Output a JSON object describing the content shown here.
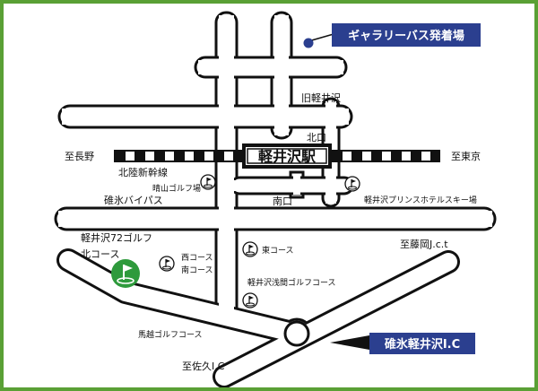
{
  "colors": {
    "frame": "#5aa035",
    "callout_bg": "#2b3f8f",
    "callout_text": "#ffffff",
    "golf_green": "#2e9a3c",
    "road_line": "#111111"
  },
  "callouts": {
    "gallery_bus": "ギャラリーバス発着場",
    "interchange": "碓氷軽井沢I.C"
  },
  "station": {
    "name": "軽井沢駅",
    "north_exit": "北口",
    "south_exit": "南口"
  },
  "labels": {
    "old_karuizawa": "旧軽井沢",
    "to_nagano": "至長野",
    "to_tokyo": "至東京",
    "shinkansen": "北陸新幹線",
    "usui_bypass": "碓氷バイパス",
    "to_fujioka": "至藤岡J.c.t",
    "to_saku": "至佐久I.C"
  },
  "golf": {
    "haruyama": "晴山ゴルフ場",
    "prince_ski": "軽井沢プリンスホテルスキー場",
    "k72_line1": "軽井沢72ゴルフ",
    "k72_line2": "北コース",
    "west_course": "西コース",
    "south_course": "南コース",
    "east_course": "東コース",
    "asama": "軽井沢浅間ゴルフコース",
    "magoshi": "馬越ゴルフコース"
  },
  "icons": [
    "golf-flag-icon",
    "location-dot-icon",
    "railway-track-icon",
    "roundabout-icon"
  ]
}
